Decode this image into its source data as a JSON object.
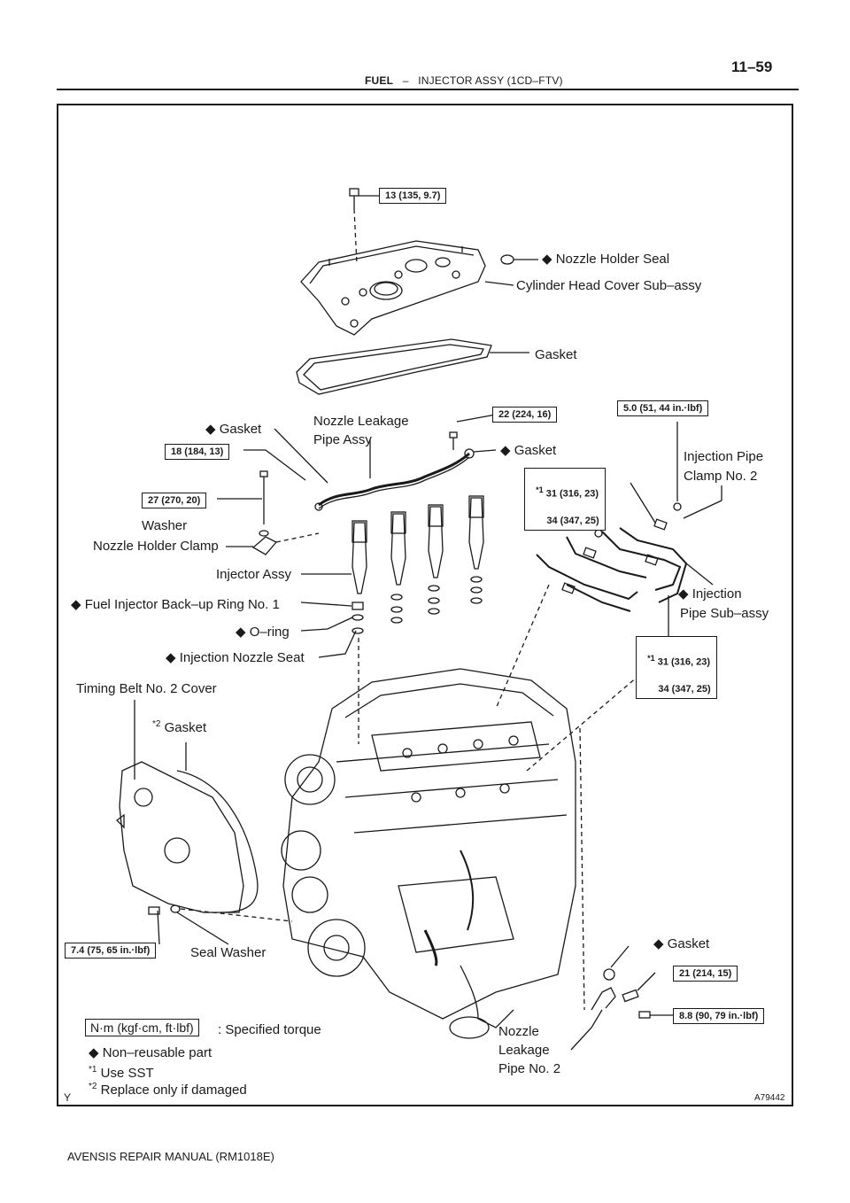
{
  "header": {
    "section": "FUEL",
    "separator": "–",
    "title": "INJECTOR ASSY (1CD–FTV)",
    "page_number": "11–59"
  },
  "footer": {
    "manual": "AVENSIS REPAIR MANUAL   (RM1018E)"
  },
  "figure": {
    "corner_mark": "Y",
    "figure_id": "A79442"
  },
  "torque": {
    "t1": "13 (135, 9.7)",
    "t2": "22 (224, 16)",
    "t3": "5.0 (51, 44 in.·lbf)",
    "t4": "18 (184, 13)",
    "t5": "27 (270, 20)",
    "t6a_mark": "*1",
    "t6a": "31 (316, 23)",
    "t6b": "34 (347, 25)",
    "t7a_mark": "*1",
    "t7a": "31 (316, 23)",
    "t7b": "34 (347, 25)",
    "t8": "7.4 (75, 65 in.·lbf)",
    "t9": "21 (214, 15)",
    "t10": "8.8 (90, 79 in.·lbf)"
  },
  "labels": {
    "nozzle_holder_seal": "◆ Nozzle Holder Seal",
    "cylinder_head_cover": "Cylinder Head Cover Sub–assy",
    "gasket_cover": "Gasket",
    "gasket_left": "◆ Gasket",
    "nozzle_leakage_1": "Nozzle Leakage",
    "nozzle_leakage_2": "Pipe Assy",
    "gasket_mid": "◆ Gasket",
    "inj_clamp_1": "Injection Pipe",
    "inj_clamp_2": "Clamp No. 2",
    "washer": "Washer",
    "nozzle_holder_clamp": "Nozzle Holder Clamp",
    "injector_assy": "Injector Assy",
    "backup_ring": "◆ Fuel Injector Back–up Ring No. 1",
    "o_ring": "◆ O–ring",
    "nozzle_seat": "◆ Injection Nozzle Seat",
    "inj_pipe_1": "◆ Injection",
    "inj_pipe_2": "Pipe Sub–assy",
    "timing_belt": "Timing Belt No. 2 Cover",
    "gasket_star2_mark": "*2",
    "gasket_star2": "Gasket",
    "seal_washer": "Seal Washer",
    "gasket_lower": "◆ Gasket",
    "nozzle2_1": "Nozzle",
    "nozzle2_2": "Leakage",
    "nozzle2_3": "Pipe No. 2"
  },
  "legend": {
    "unit_box": "N·m (kgf·cm, ft·lbf)",
    "unit_desc": ": Specified torque",
    "non_reusable": "◆ Non–reusable part",
    "sst_mark": "*1",
    "sst": "Use SST",
    "replace_mark": "*2",
    "replace": "Replace only if damaged"
  }
}
